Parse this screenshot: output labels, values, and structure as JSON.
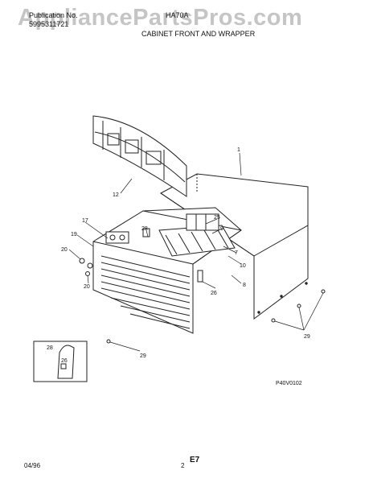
{
  "header": {
    "publication_label": "Publication No.",
    "publication_number": "5995311721",
    "model": "HA70A",
    "section_title": "CABINET FRONT AND WRAPPER"
  },
  "watermark": "AppliancePartsPros.com",
  "callouts": {
    "c1": "1",
    "c7": "7",
    "c8": "8",
    "c9": "9",
    "c10": "10",
    "c12": "12",
    "c17": "17",
    "c19": "19",
    "c20a": "20",
    "c20b": "20",
    "c25": "25",
    "c26a": "26",
    "c26b": "26",
    "c28a": "28",
    "c28b": "28",
    "c29a": "29",
    "c29b": "29"
  },
  "drawing_code": "P40V0102",
  "footer": {
    "date": "04/96",
    "page": "2",
    "section": "E7"
  }
}
